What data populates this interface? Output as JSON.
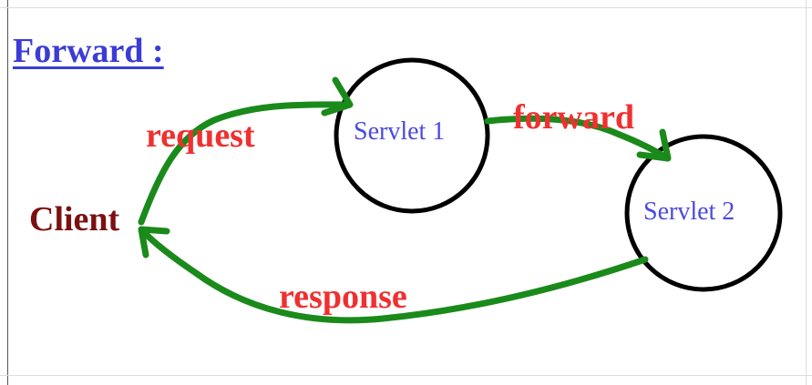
{
  "title": "Forward :",
  "nodes": {
    "client": "Client",
    "servlet1": "Servlet 1",
    "servlet2": "Servlet 2"
  },
  "edges": {
    "request": "request",
    "forward": "forward",
    "response": "response"
  },
  "colors": {
    "title": "#3b3bd6",
    "node_text": "#4a4ae0",
    "client_text": "#7a1010",
    "edge_label": "#f03030",
    "arrow": "#1a8a1a",
    "circle": "#000000"
  }
}
